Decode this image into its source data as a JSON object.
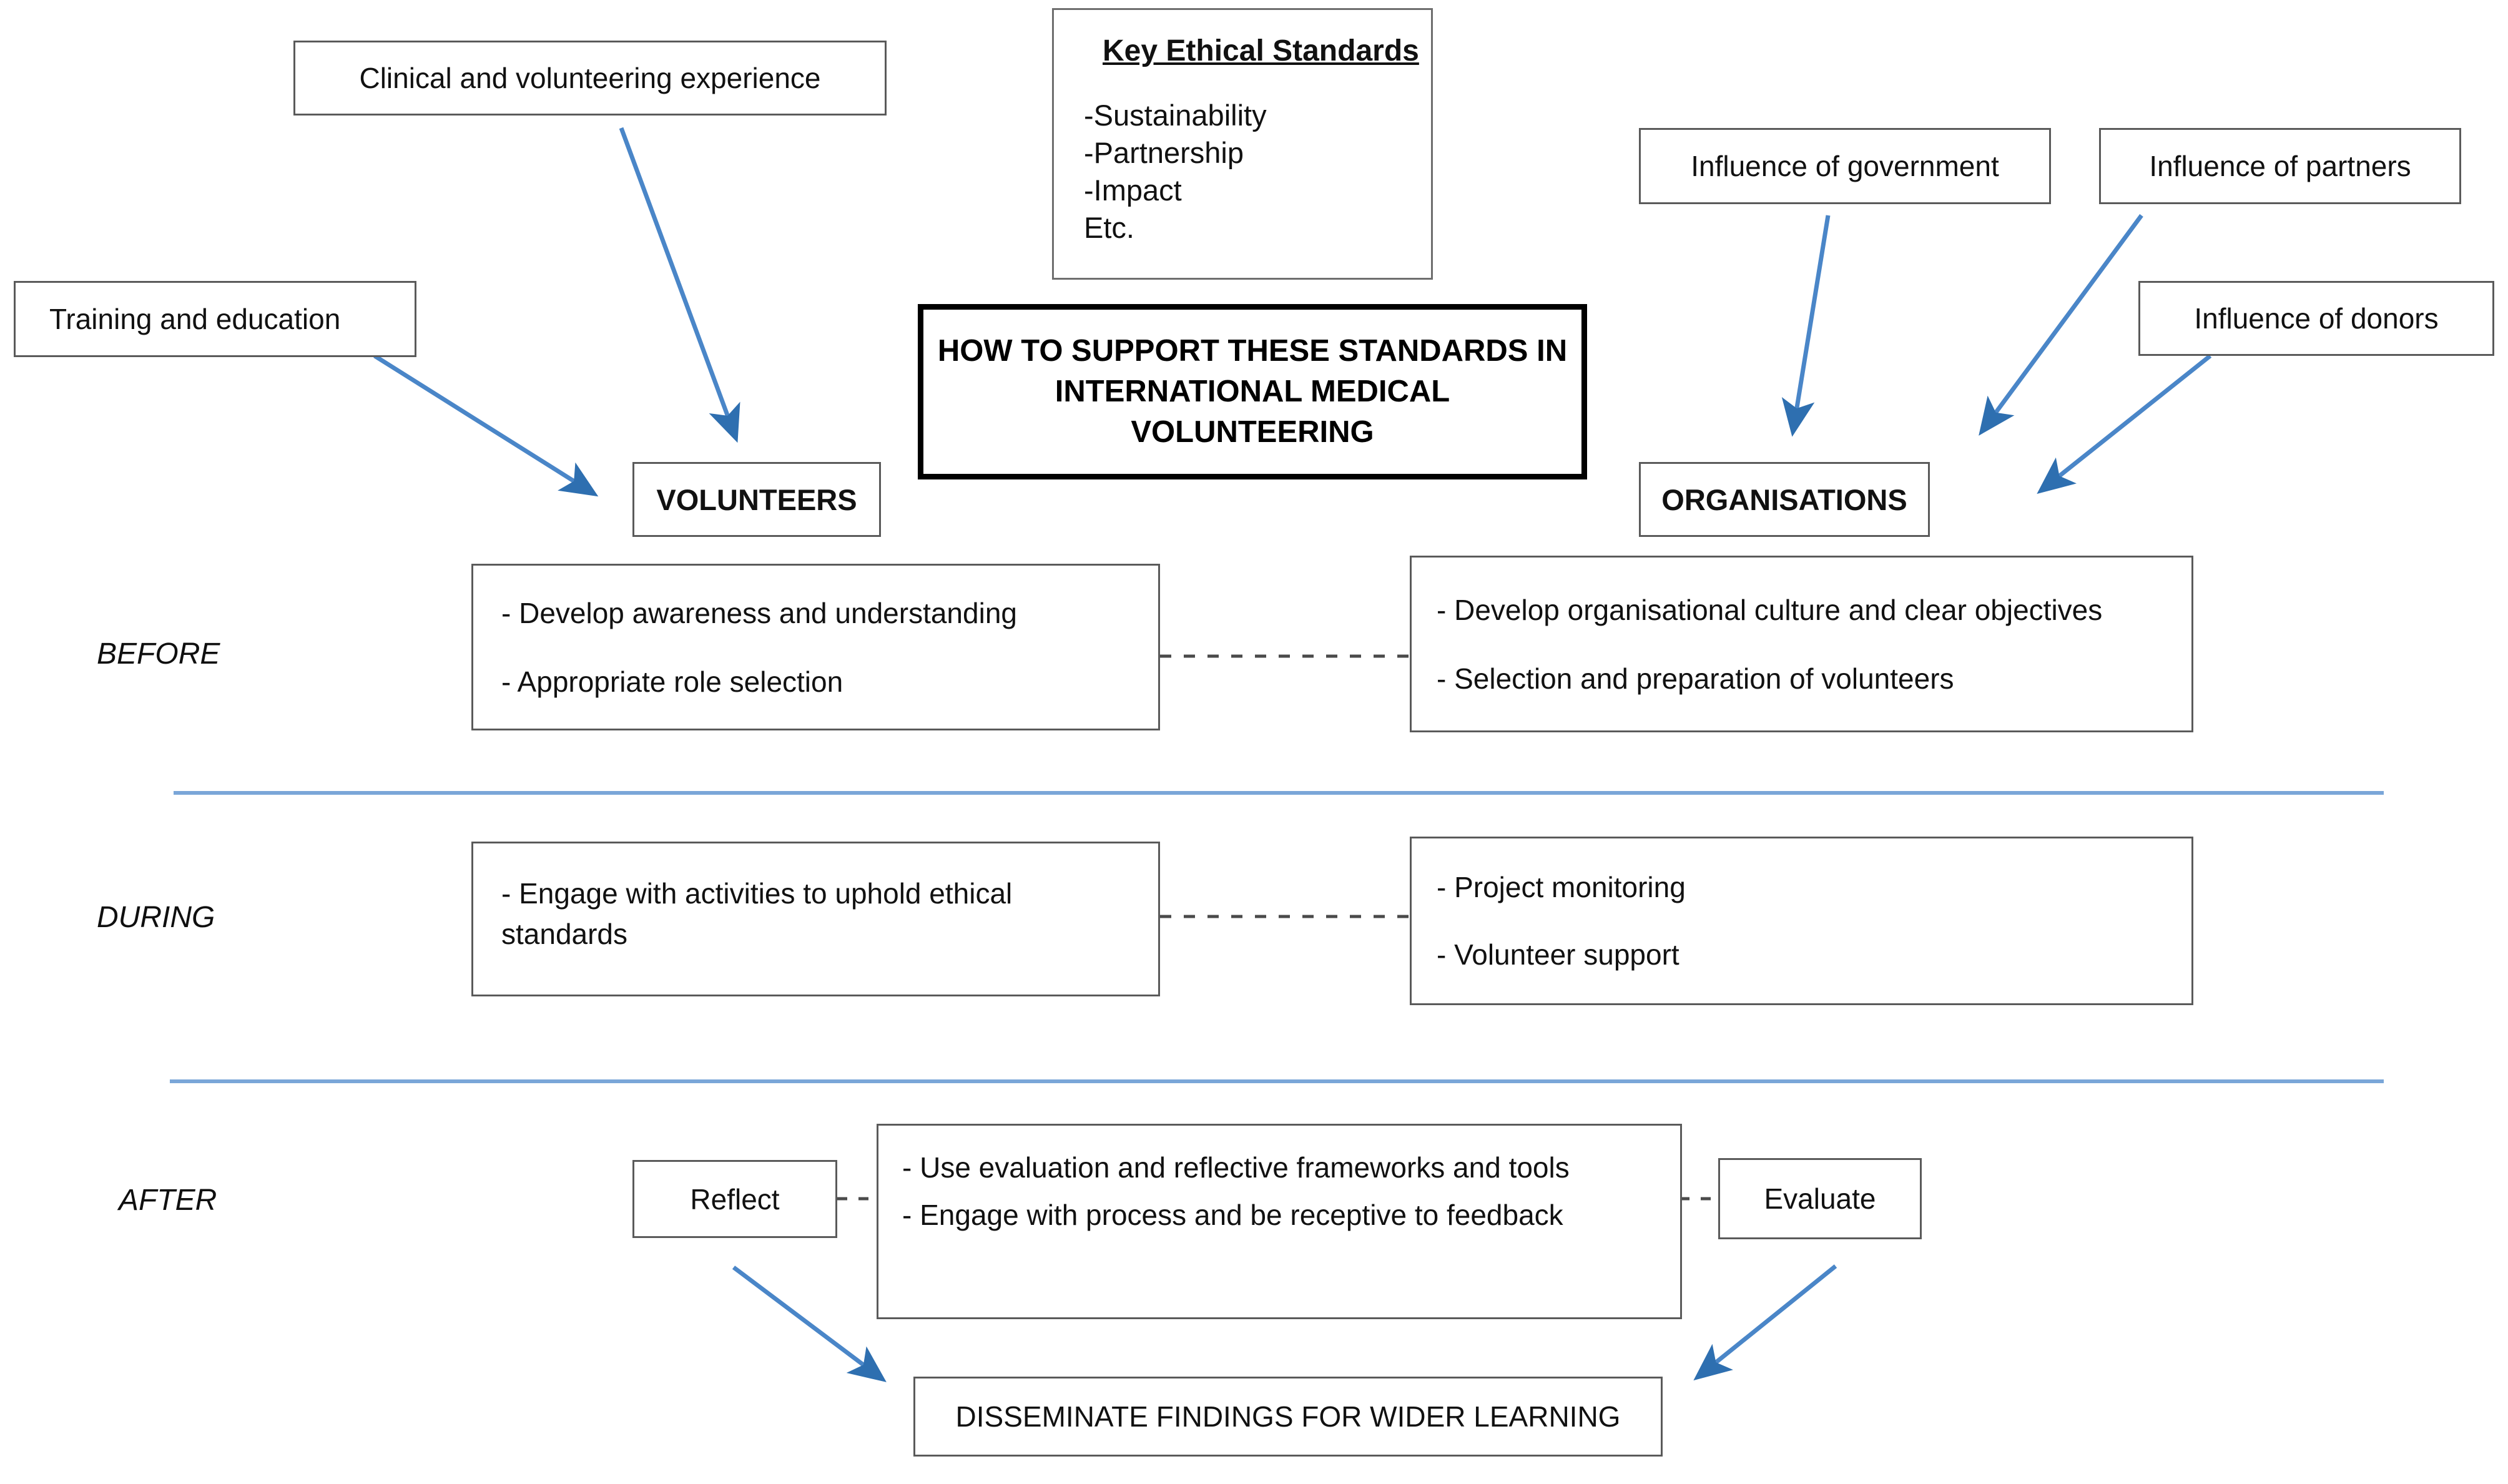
{
  "diagram": {
    "title_box": {
      "text": "HOW TO SUPPORT THESE STANDARDS IN INTERNATIONAL MEDICAL VOLUNTEERING",
      "line1": "HOW TO SUPPORT THESE STANDARDS IN",
      "line2": "INTERNATIONAL MEDICAL",
      "line3": "VOLUNTEERING"
    },
    "key_standards": {
      "heading": "Key Ethical Standards",
      "items": [
        "-Sustainability",
        "-Partnership",
        "-Impact",
        "Etc."
      ]
    },
    "inputs_left": [
      {
        "label": "Clinical and volunteering experience"
      },
      {
        "label": "Training and education"
      }
    ],
    "inputs_right": [
      {
        "label": "Influence of government"
      },
      {
        "label": "Influence of partners"
      },
      {
        "label": "Influence of donors"
      }
    ],
    "actors": {
      "left": "VOLUNTEERS",
      "right": "ORGANISATIONS"
    },
    "phases": [
      {
        "label": "BEFORE",
        "volunteers": [
          "- Develop awareness and understanding",
          "- Appropriate role selection"
        ],
        "organisations": [
          "- Develop organisational culture and clear objectives",
          "- Selection and preparation of volunteers"
        ]
      },
      {
        "label": "DURING",
        "volunteers": [
          "- Engage with activities to uphold ethical standards"
        ],
        "organisations": [
          "- Project monitoring",
          "- Volunteer support"
        ]
      },
      {
        "label": "AFTER",
        "reflect": "Reflect",
        "evaluate": "Evaluate",
        "shared": [
          "- Use evaluation and reflective frameworks and tools",
          "- Engage with process and be receptive to feedback"
        ],
        "outcome": "DISSEMINATE FINDINGS FOR WIDER LEARNING"
      }
    ],
    "colors": {
      "arrow_blue": "#4a86c8",
      "divider_blue": "#7aa6d8",
      "box_border": "#5a5a5a",
      "title_border": "#000000"
    }
  }
}
